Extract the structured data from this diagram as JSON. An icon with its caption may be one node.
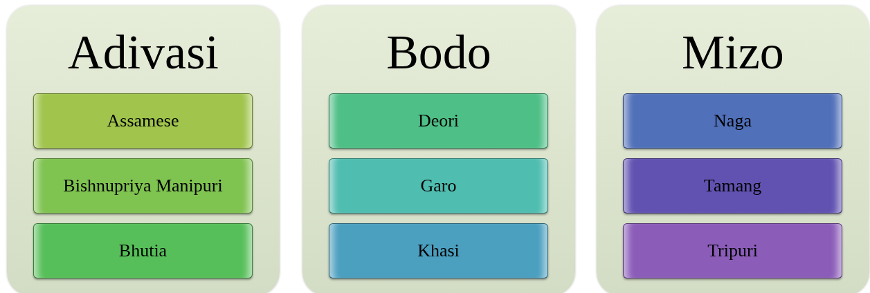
{
  "diagram": {
    "nodes": [
      {
        "text": [
          "Adivasi"
        ]
      },
      {
        "text": [
          "Assamese"
        ],
        "in": 0
      },
      {
        "text": [
          "Bishnupriya Manipuri"
        ],
        "in": 0
      },
      {
        "text": [
          "Bhutia"
        ],
        "in": 0
      },
      {
        "text": [
          "Bodo"
        ]
      },
      {
        "text": [
          "Deori"
        ],
        "in": 4
      },
      {
        "text": [
          "Garo"
        ],
        "in": 4
      },
      {
        "text": [
          "Khasi"
        ],
        "in": 4
      },
      {
        "text": [
          "Mizo"
        ]
      },
      {
        "text": [
          "Naga"
        ],
        "in": 8
      },
      {
        "text": [
          "Tamang"
        ],
        "in": 8
      },
      {
        "text": [
          "Tripuri"
        ],
        "in": 8
      }
    ]
  }
}
